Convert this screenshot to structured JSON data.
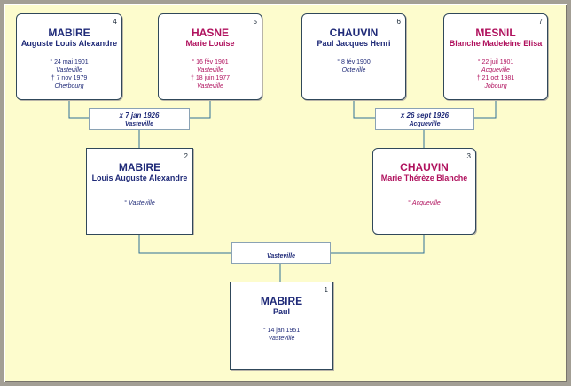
{
  "persons": {
    "p4": {
      "num": "4",
      "surname": "MABIRE",
      "given": "Auguste Louis Alexandre",
      "birth_date": "° 24 mai 1901",
      "birth_place": "Vasteville",
      "death_date": "† 7 nov 1979",
      "death_place": "Cherbourg"
    },
    "p5": {
      "num": "5",
      "surname": "HASNE",
      "given": "Marie Louise",
      "birth_date": "° 16 fév 1901",
      "birth_place": "Vasteville",
      "death_date": "† 18 juin 1977",
      "death_place": "Vasteville"
    },
    "p6": {
      "num": "6",
      "surname": "CHAUVIN",
      "given": "Paul Jacques Henri",
      "birth_date": "° 8 fév 1900",
      "birth_place": "Octeville"
    },
    "p7": {
      "num": "7",
      "surname": "MESNIL",
      "given": "Blanche Madeleine Elisa",
      "birth_date": "° 22 juil 1901",
      "birth_place": "Acqueville",
      "death_date": "† 21 oct 1981",
      "death_place": "Jobourg"
    },
    "p2": {
      "num": "2",
      "surname": "MABIRE",
      "given": "Louis Auguste Alexandre",
      "birth_date": "°",
      "birth_place": "Vasteville"
    },
    "p3": {
      "num": "3",
      "surname": "CHAUVIN",
      "given": "Marie Thérèze Blanche",
      "birth_date": "°",
      "birth_place": "Acqueville"
    },
    "p1": {
      "num": "1",
      "surname": "MABIRE",
      "given": "Paul",
      "birth_date": "° 14 jan 1951",
      "birth_place": "Vasteville"
    }
  },
  "marriages": {
    "m45": {
      "date": "x 7 jan 1926",
      "place": "Vasteville"
    },
    "m67": {
      "date": "x 26 sept 1926",
      "place": "Acqueville"
    },
    "m23": {
      "date": "",
      "place": "Vasteville"
    }
  },
  "colors": {
    "male": "#1f2a78",
    "female": "#b0125e",
    "background": "#fdfccd",
    "connector": "#2e6f96"
  }
}
